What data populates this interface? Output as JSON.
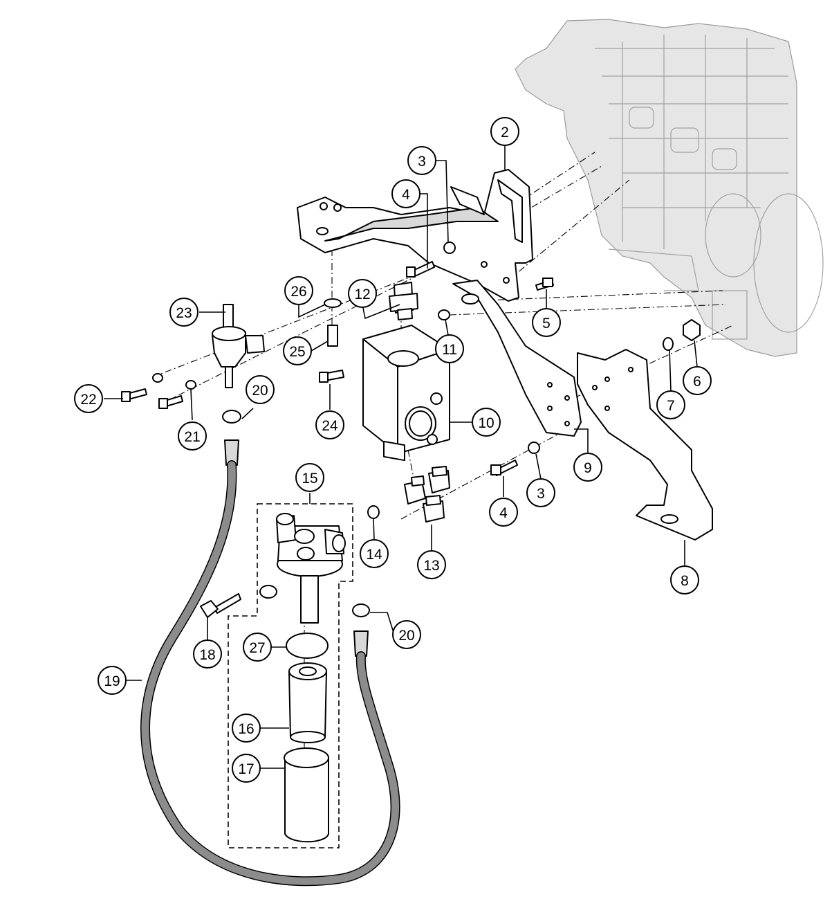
{
  "callouts": [
    {
      "id": "c2",
      "label": "2"
    },
    {
      "id": "c3a",
      "label": "3"
    },
    {
      "id": "c4a",
      "label": "4"
    },
    {
      "id": "c5",
      "label": "5"
    },
    {
      "id": "c6",
      "label": "6"
    },
    {
      "id": "c7",
      "label": "7"
    },
    {
      "id": "c8",
      "label": "8"
    },
    {
      "id": "c9",
      "label": "9"
    },
    {
      "id": "c10",
      "label": "10"
    },
    {
      "id": "c11",
      "label": "11"
    },
    {
      "id": "c12",
      "label": "12"
    },
    {
      "id": "c13",
      "label": "13"
    },
    {
      "id": "c14",
      "label": "14"
    },
    {
      "id": "c15",
      "label": "15"
    },
    {
      "id": "c16",
      "label": "16"
    },
    {
      "id": "c17",
      "label": "17"
    },
    {
      "id": "c18",
      "label": "18"
    },
    {
      "id": "c19",
      "label": "19"
    },
    {
      "id": "c20a",
      "label": "20"
    },
    {
      "id": "c20b",
      "label": "20"
    },
    {
      "id": "c21",
      "label": "21"
    },
    {
      "id": "c22",
      "label": "22"
    },
    {
      "id": "c23",
      "label": "23"
    },
    {
      "id": "c24",
      "label": "24"
    },
    {
      "id": "c25",
      "label": "25"
    },
    {
      "id": "c26",
      "label": "26"
    },
    {
      "id": "c27",
      "label": "27"
    },
    {
      "id": "c3b",
      "label": "3"
    },
    {
      "id": "c4b",
      "label": "4"
    }
  ],
  "colors": {
    "line": "#000000",
    "engine": "#e6e6e6",
    "hose": "#8c8c8c",
    "background": "#ffffff"
  }
}
